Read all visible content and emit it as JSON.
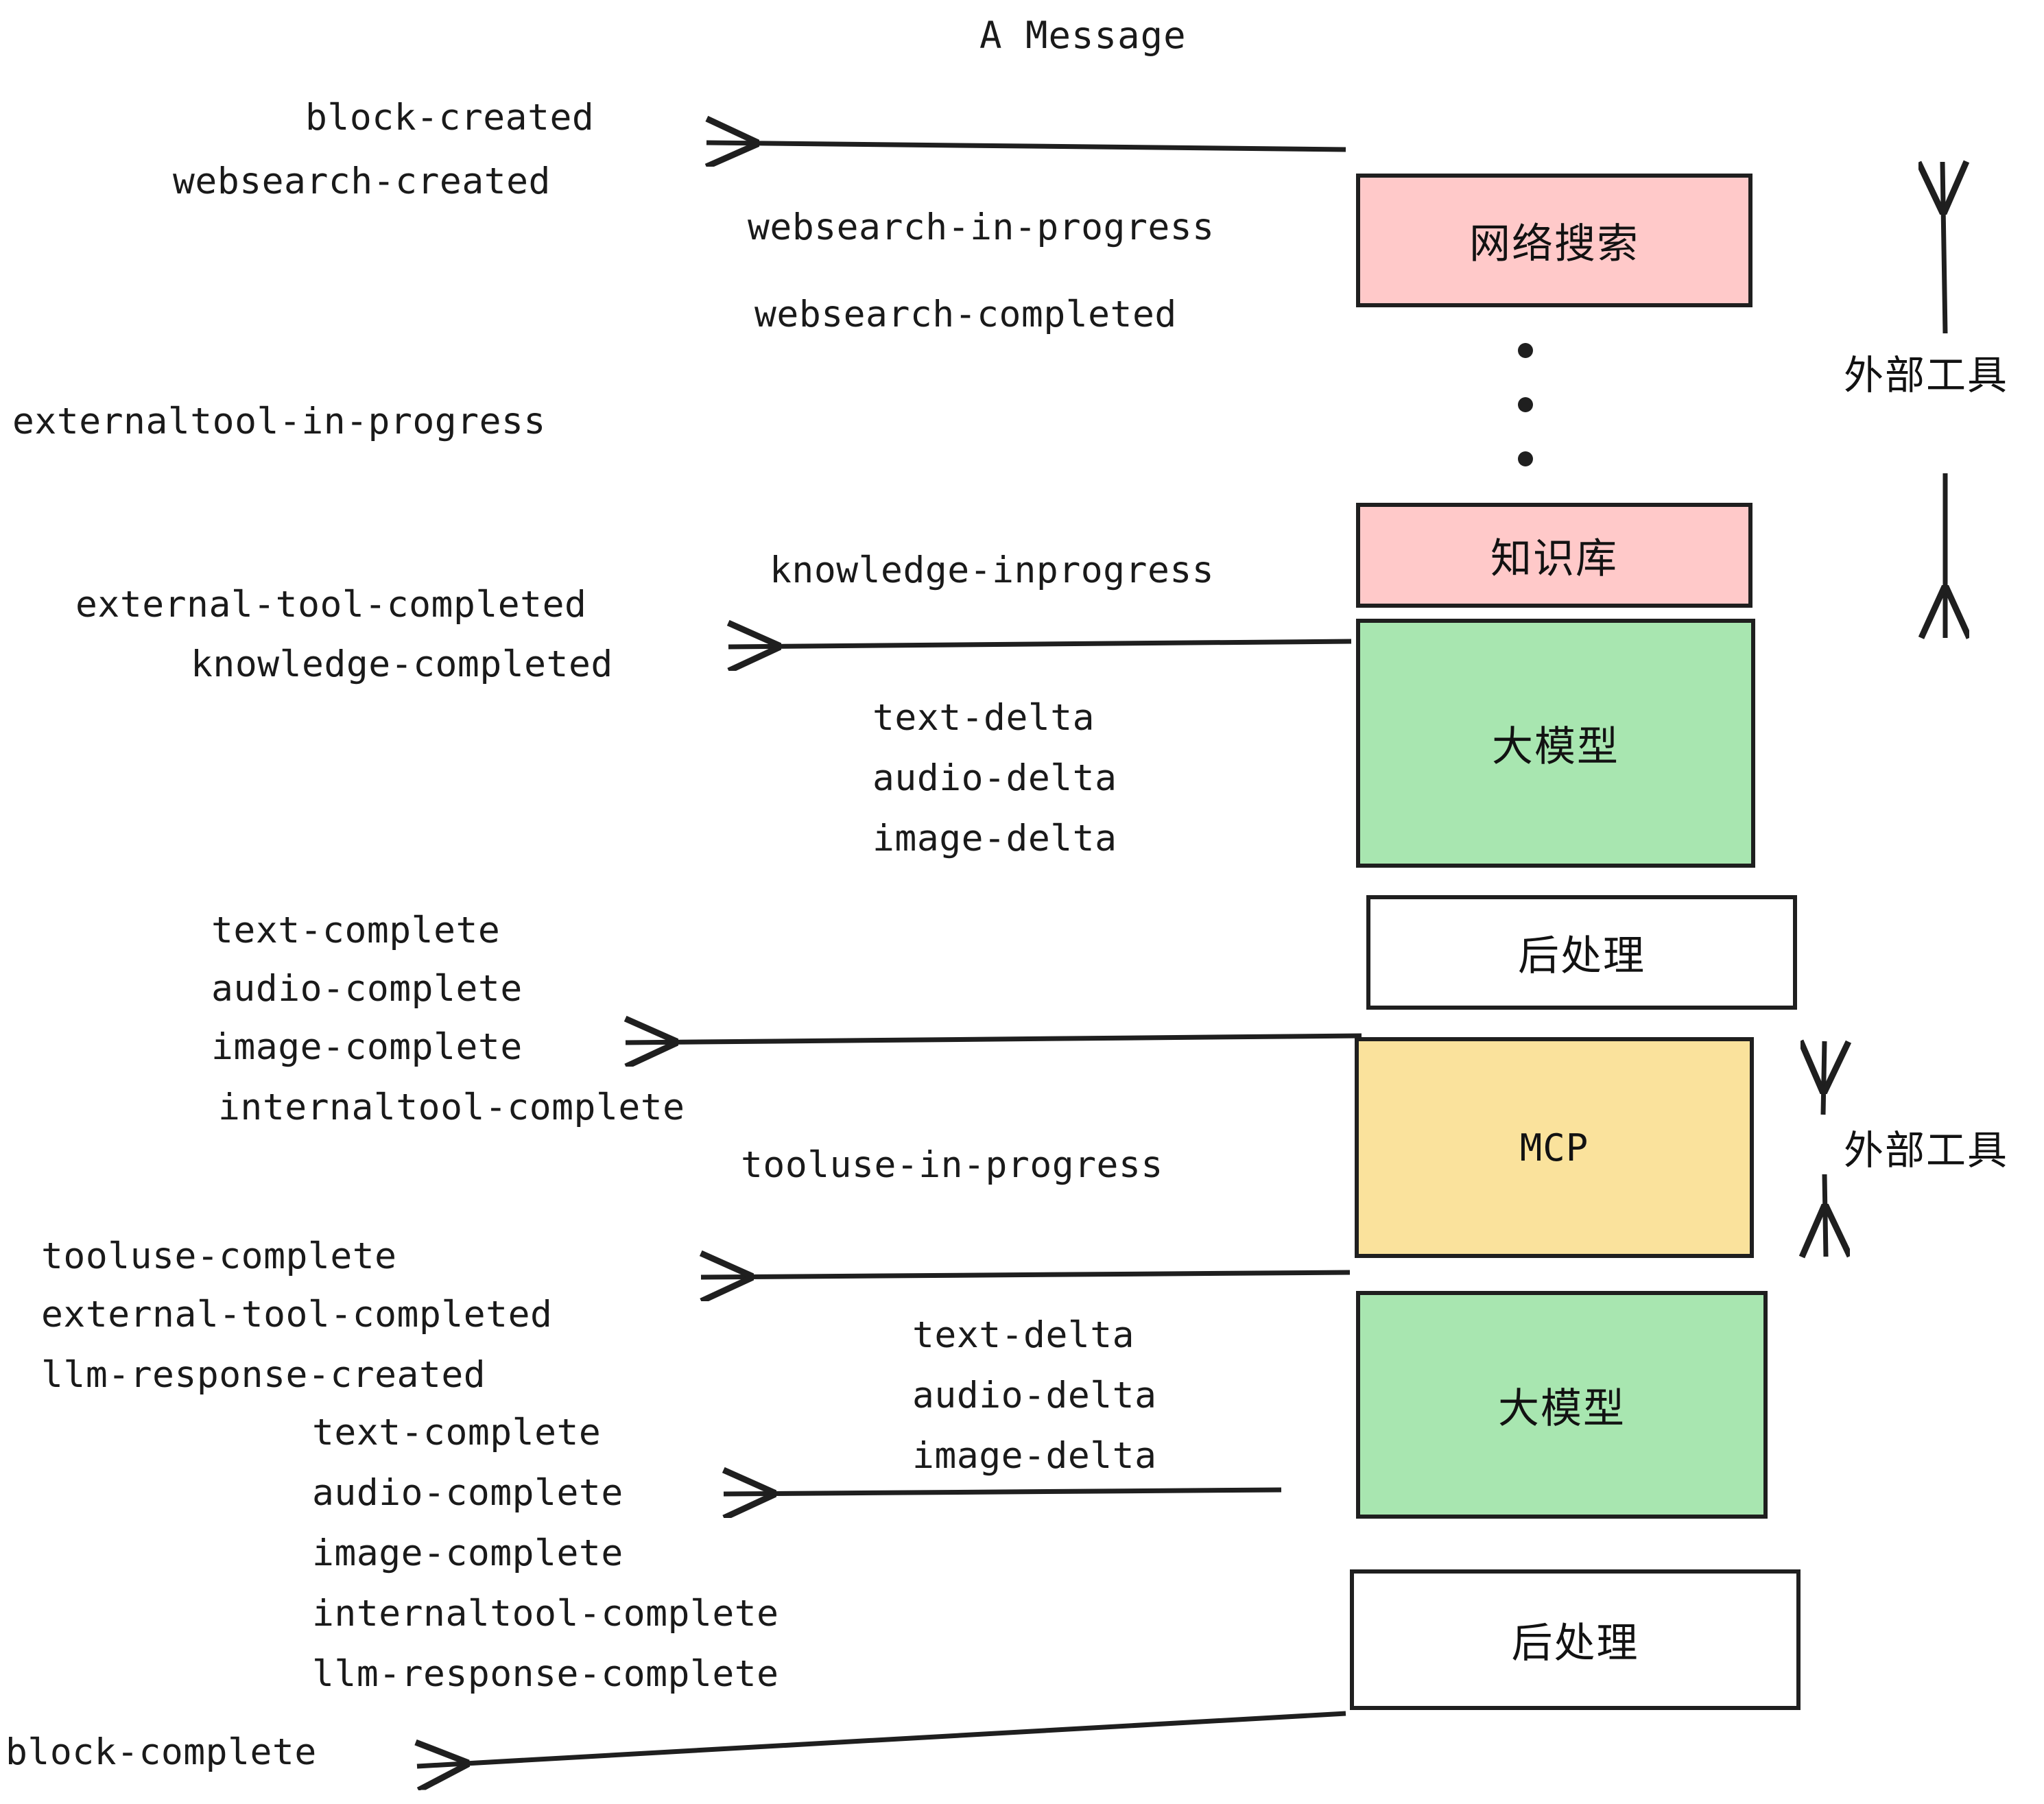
{
  "title": "A Message",
  "colors": {
    "pink": "#FFC9C9",
    "green": "#A8E6B0",
    "yellow": "#FAE29C",
    "white": "#FFFFFF",
    "stroke": "#1F1F1F",
    "text": "#1A1A1A"
  },
  "boxes": {
    "websearch": "网络搜索",
    "knowledge": "知识库",
    "llm_top": "大模型",
    "postprocess_top": "后处理",
    "mcp": "MCP",
    "llm_bottom": "大模型",
    "postprocess_bottom": "后处理"
  },
  "side_labels": {
    "external_tool_top": "外部工具",
    "external_tool_bottom": "外部工具"
  },
  "events": {
    "block_created": "block-created",
    "websearch_created": "websearch-created",
    "websearch_in_progress": "websearch-in-progress",
    "websearch_completed": "websearch-completed",
    "externaltool_in_progress": "externaltool-in-progress",
    "knowledge_inprogress": "knowledge-inprogress",
    "external_tool_completed_1": "external-tool-completed",
    "knowledge_completed": "knowledge-completed",
    "text_delta_1": "text-delta",
    "audio_delta_1": "audio-delta",
    "image_delta_1": "image-delta",
    "text_complete_1": "text-complete",
    "audio_complete_1": "audio-complete",
    "image_complete_1": "image-complete",
    "internaltool_complete_1": "internaltool-complete",
    "tooluse_in_progress": "tooluse-in-progress",
    "tooluse_complete": "tooluse-complete",
    "external_tool_completed_2": "external-tool-completed",
    "llm_response_created": "llm-response-created",
    "text_delta_2": "text-delta",
    "audio_delta_2": "audio-delta",
    "image_delta_2": "image-delta",
    "text_complete_2": "text-complete",
    "audio_complete_2": "audio-complete",
    "image_complete_2": "image-complete",
    "internaltool_complete_2": "internaltool-complete",
    "llm_response_complete": "llm-response-complete",
    "block_complete": "block-complete"
  }
}
